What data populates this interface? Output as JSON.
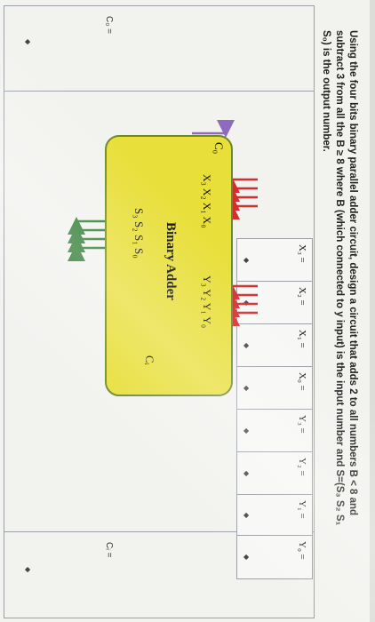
{
  "question": {
    "line1": "Using the four bits binary parallel adder circuit, design a circuit that adds 2 to all numbers B < 8 and",
    "line2": "subtract 3 from all the B ≥ 8 where B (which connected to y input) is the input number and S=(S₃ S₂ S₁",
    "line3": "S₀) is the output number."
  },
  "inputs": {
    "x3": "X₃ =",
    "x2": "X₂ =",
    "x1": "X₁ =",
    "x0": "X₀ =",
    "y3": "Y₃ =",
    "y2": "Y₂ =",
    "y1": "Y₁ =",
    "y0": "Y₀ =",
    "co": "C₀ =",
    "ci": "Cᵢ ="
  },
  "dropdown_glyph": "◆",
  "adder": {
    "cout": "C₀",
    "cin": "Cᵢ",
    "x_bus": "X₃ X₂ X₁ X₀",
    "y_bus": "Y₃ Y₂ Y₁ Y₀",
    "name": "Binary Adder",
    "s_bus": "S₃ S₂ S₁ S₀"
  },
  "colors": {
    "red_arrow": "#d32f2f",
    "green_arrow": "#2e7d32",
    "purple_arrow": "#8e6bbf",
    "adder_fill": "#e8df3a"
  }
}
